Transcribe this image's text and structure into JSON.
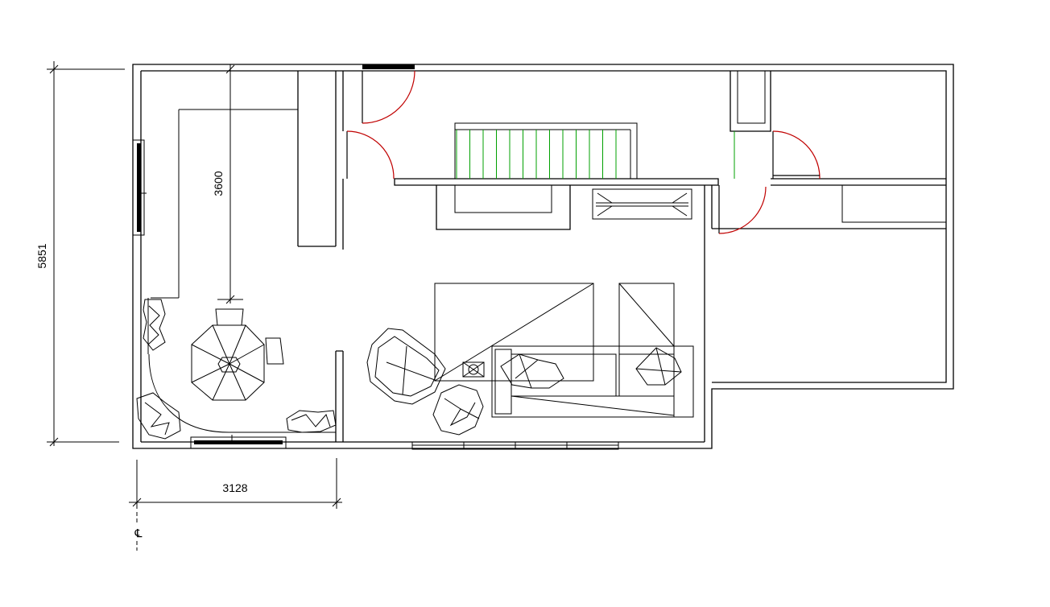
{
  "drawing": {
    "type": "architectural floor plan",
    "dimensions": {
      "overall_depth": "5851",
      "kitchen_depth": "3600",
      "kitchen_width": "3128"
    },
    "centerline_symbol": "℄"
  },
  "colors": {
    "walls": "#000000",
    "door_swing": "#c00000",
    "stair_treads": "#00a000",
    "background": "#ffffff"
  }
}
